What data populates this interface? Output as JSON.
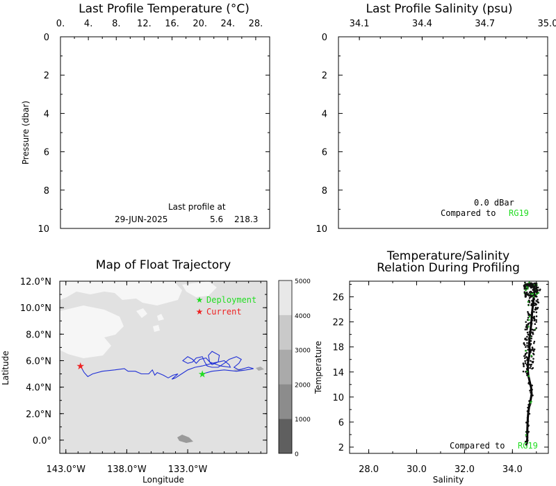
{
  "chart_data": [
    {
      "type": "line",
      "title": "Last Profile Temperature (°C)",
      "ylabel": "Pressure (dbar)",
      "xlim": [
        0,
        30
      ],
      "ylim": [
        0,
        10
      ],
      "x_ticks": [
        "0.",
        "4.",
        "8.",
        "12.",
        "16.",
        "20.",
        "24.",
        "28."
      ],
      "y_ticks": [
        "0",
        "2",
        "4",
        "6",
        "8",
        "10"
      ],
      "annotation_line1": "Last profile at",
      "annotation_date": "29-JUN-2025",
      "annotation_lat": "5.6",
      "annotation_lon": "218.3",
      "series": []
    },
    {
      "type": "line",
      "title": "Last Profile Salinity (psu)",
      "xlim": [
        34.0,
        35.0
      ],
      "ylim": [
        0,
        10
      ],
      "x_ticks": [
        "34.1",
        "34.4",
        "34.7",
        "35.0"
      ],
      "y_ticks": [
        "0",
        "2",
        "4",
        "6",
        "8",
        "10"
      ],
      "annotation_pressure": "0.0 dBar",
      "annotation_compared": "Compared to",
      "annotation_ref": "RG19",
      "series": []
    },
    {
      "type": "map",
      "title": "Map of Float Trajectory",
      "xlabel": "Longitude",
      "ylabel": "Latitude",
      "xlim": [
        -143.5,
        -126.5
      ],
      "ylim": [
        -1,
        12
      ],
      "x_ticks": [
        "143.0°W",
        "138.0°W",
        "133.0°W"
      ],
      "y_ticks": [
        "0.0°",
        "2.0°N",
        "4.0°N",
        "6.0°N",
        "8.0°N",
        "10.0°N",
        "12.0°N"
      ],
      "legend": [
        {
          "label": "Deployment",
          "color": "#22dd22"
        },
        {
          "label": "Current",
          "color": "#ee2222"
        }
      ],
      "depth_colorbar": [
        "5000",
        "4000",
        "3000",
        "2000",
        "1000",
        "0"
      ],
      "deployment": {
        "lon": -131.8,
        "lat": 5.0
      },
      "current": {
        "lon": -141.8,
        "lat": 5.6
      },
      "trajectory": [
        [
          -141.8,
          5.6
        ],
        [
          -141.5,
          5.1
        ],
        [
          -141.2,
          4.8
        ],
        [
          -140.8,
          5.0
        ],
        [
          -140.0,
          5.2
        ],
        [
          -139.0,
          5.3
        ],
        [
          -138.2,
          5.4
        ],
        [
          -137.9,
          5.2
        ],
        [
          -137.3,
          5.2
        ],
        [
          -136.8,
          5.0
        ],
        [
          -136.2,
          5.0
        ],
        [
          -135.9,
          5.3
        ],
        [
          -135.7,
          4.9
        ],
        [
          -135.5,
          5.1
        ],
        [
          -135.0,
          4.9
        ],
        [
          -134.6,
          4.7
        ],
        [
          -134.2,
          4.9
        ],
        [
          -133.8,
          5.0
        ],
        [
          -134.3,
          4.6
        ],
        [
          -134.0,
          4.7
        ],
        [
          -133.5,
          5.0
        ],
        [
          -133.0,
          5.3
        ],
        [
          -132.4,
          5.5
        ],
        [
          -131.8,
          5.6
        ],
        [
          -131.0,
          5.8
        ],
        [
          -130.0,
          6.0
        ],
        [
          -129.6,
          5.7
        ],
        [
          -129.5,
          5.5
        ],
        [
          -130.3,
          5.6
        ],
        [
          -131.2,
          5.9
        ],
        [
          -131.3,
          6.4
        ],
        [
          -131.0,
          6.7
        ],
        [
          -130.4,
          6.4
        ],
        [
          -130.5,
          5.9
        ],
        [
          -131.0,
          5.7
        ],
        [
          -131.5,
          6.2
        ],
        [
          -132.0,
          6.1
        ],
        [
          -132.3,
          5.8
        ],
        [
          -132.6,
          6.1
        ],
        [
          -133.0,
          6.3
        ],
        [
          -133.4,
          6.0
        ],
        [
          -133.0,
          5.8
        ],
        [
          -132.6,
          5.9
        ],
        [
          -132.3,
          6.2
        ],
        [
          -131.8,
          6.3
        ],
        [
          -131.6,
          5.9
        ],
        [
          -131.4,
          5.6
        ],
        [
          -131.0,
          5.5
        ],
        [
          -130.5,
          5.5
        ],
        [
          -130.0,
          5.8
        ],
        [
          -129.6,
          6.1
        ],
        [
          -129.0,
          6.3
        ],
        [
          -128.6,
          6.1
        ],
        [
          -128.8,
          5.8
        ],
        [
          -129.2,
          5.5
        ],
        [
          -128.8,
          5.3
        ],
        [
          -128.0,
          5.5
        ],
        [
          -127.6,
          5.4
        ],
        [
          -128.2,
          5.3
        ],
        [
          -129.0,
          5.2
        ],
        [
          -130.0,
          5.3
        ],
        [
          -131.0,
          5.2
        ],
        [
          -131.8,
          5.0
        ]
      ]
    },
    {
      "type": "scatter",
      "title": "Temperature/Salinity",
      "title_line2": "Relation During Profiling",
      "xlabel": "Salinity",
      "ylabel": "Temperature",
      "xlim": [
        27.2,
        35.5
      ],
      "ylim": [
        1,
        28.5
      ],
      "x_ticks": [
        "28.0",
        "30.0",
        "32.0",
        "34.0"
      ],
      "y_ticks": [
        "2",
        "6",
        "10",
        "14",
        "18",
        "22",
        "26"
      ],
      "annotation_compared": "Compared to",
      "annotation_ref": "RG19",
      "series": [
        {
          "points": [
            [
              34.6,
              2.5
            ],
            [
              34.62,
              3.5
            ],
            [
              34.62,
              4.5
            ],
            [
              34.63,
              5.5
            ],
            [
              34.64,
              6.5
            ],
            [
              34.66,
              7.5
            ],
            [
              34.7,
              8.5
            ],
            [
              34.76,
              9.5
            ],
            [
              34.8,
              10.5
            ],
            [
              34.78,
              11.5
            ],
            [
              34.72,
              12.5
            ],
            [
              34.66,
              13.5
            ],
            [
              34.64,
              14.5
            ],
            [
              34.65,
              15.5
            ],
            [
              34.7,
              16.5
            ],
            [
              34.72,
              17.5
            ],
            [
              34.7,
              18.5
            ],
            [
              34.72,
              19.5
            ],
            [
              34.75,
              20.5
            ],
            [
              34.78,
              21.5
            ],
            [
              34.8,
              22.5
            ],
            [
              34.82,
              23.5
            ],
            [
              34.85,
              24.5
            ],
            [
              34.88,
              25.5
            ],
            [
              34.9,
              26.5
            ],
            [
              34.95,
              27.5
            ],
            [
              34.7,
              27.9
            ]
          ]
        }
      ]
    }
  ]
}
